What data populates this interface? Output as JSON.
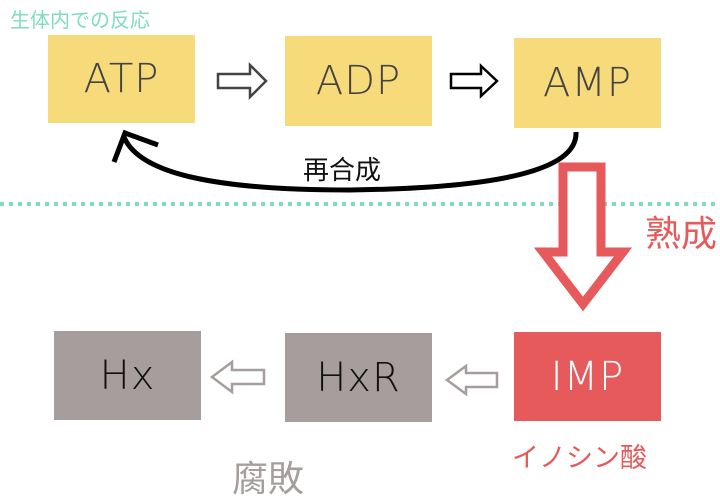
{
  "title": "生体内での反応",
  "colors": {
    "title": "#7fdcc0",
    "energy_box": "#f7da7a",
    "energy_text": "#444444",
    "decay_box": "#a59e9c",
    "decay_text": "#111111",
    "imp_box": "#e65a5b",
    "imp_text": "#ffffff",
    "ripening": "#e65a5b",
    "decay_label": "#a59e9c",
    "divider": "#7fdcc0",
    "resynthesis_arrow": "#000000"
  },
  "top_row": {
    "nodes": [
      {
        "id": "atp",
        "label": "ATP"
      },
      {
        "id": "adp",
        "label": "ADP"
      },
      {
        "id": "amp",
        "label": "AMP"
      }
    ],
    "arrows": [
      "ATP→ADP",
      "ADP→AMP"
    ]
  },
  "resynthesis": {
    "label": "再合成",
    "from": "AMP",
    "to": "ATP"
  },
  "ripening": {
    "label": "熟成",
    "from": "AMP",
    "to": "IMP"
  },
  "bottom_row": {
    "nodes": [
      {
        "id": "hx",
        "label": "Hx"
      },
      {
        "id": "hxr",
        "label": "HxR"
      },
      {
        "id": "imp",
        "label": "IMP"
      }
    ],
    "arrows": [
      "IMP→HxR",
      "HxR→Hx"
    ]
  },
  "imp_caption": "イノシン酸",
  "decay_label": "腐敗"
}
